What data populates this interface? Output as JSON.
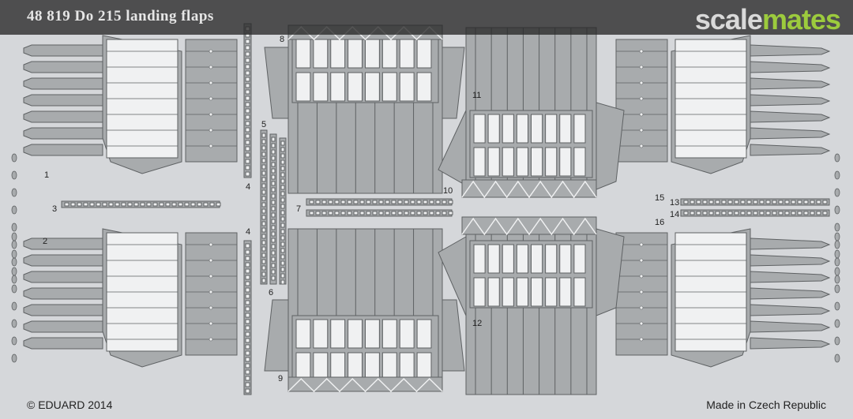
{
  "header": {
    "title": "48 819  Do 215 landing flaps"
  },
  "watermark": {
    "part_a": "scale",
    "part_b": "mates",
    "color_b": "#9ccb3d"
  },
  "footer": {
    "copyright": "© EDUARD 2014",
    "origin": "Made in Czech Republic"
  },
  "part_numbers": [
    "1",
    "2",
    "3",
    "4",
    "4",
    "5",
    "6",
    "7",
    "8",
    "9",
    "10",
    "11",
    "12",
    "13",
    "14",
    "15",
    "16"
  ],
  "colors": {
    "fret": "#d5d7da",
    "part": "#a8abad",
    "outline": "#5e6163",
    "panel": "#f0f1f2"
  }
}
